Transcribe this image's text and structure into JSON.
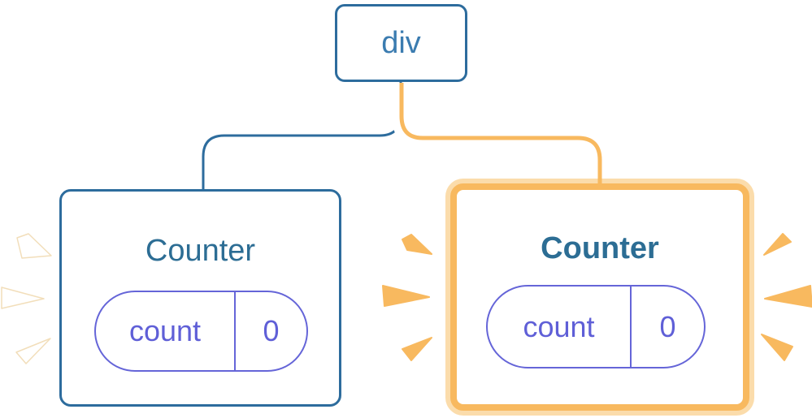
{
  "tree": {
    "root": {
      "label": "div"
    },
    "children": [
      {
        "title": "Counter",
        "state": {
          "key": "count",
          "value": "0"
        },
        "highlighted": false
      },
      {
        "title": "Counter",
        "state": {
          "key": "count",
          "value": "0"
        },
        "highlighted": true
      }
    ]
  },
  "colors": {
    "node_border_blue": "#2d6c9d",
    "root_label_blue": "#3b7cb0",
    "counter_title_blue": "#2c6d94",
    "state_text_purple": "#5f5fd7",
    "state_border_purple": "#6565d8",
    "highlight_orange": "#f8b95f",
    "highlight_peach": "#fbdcab",
    "sparkle_white": "#ffffff"
  }
}
